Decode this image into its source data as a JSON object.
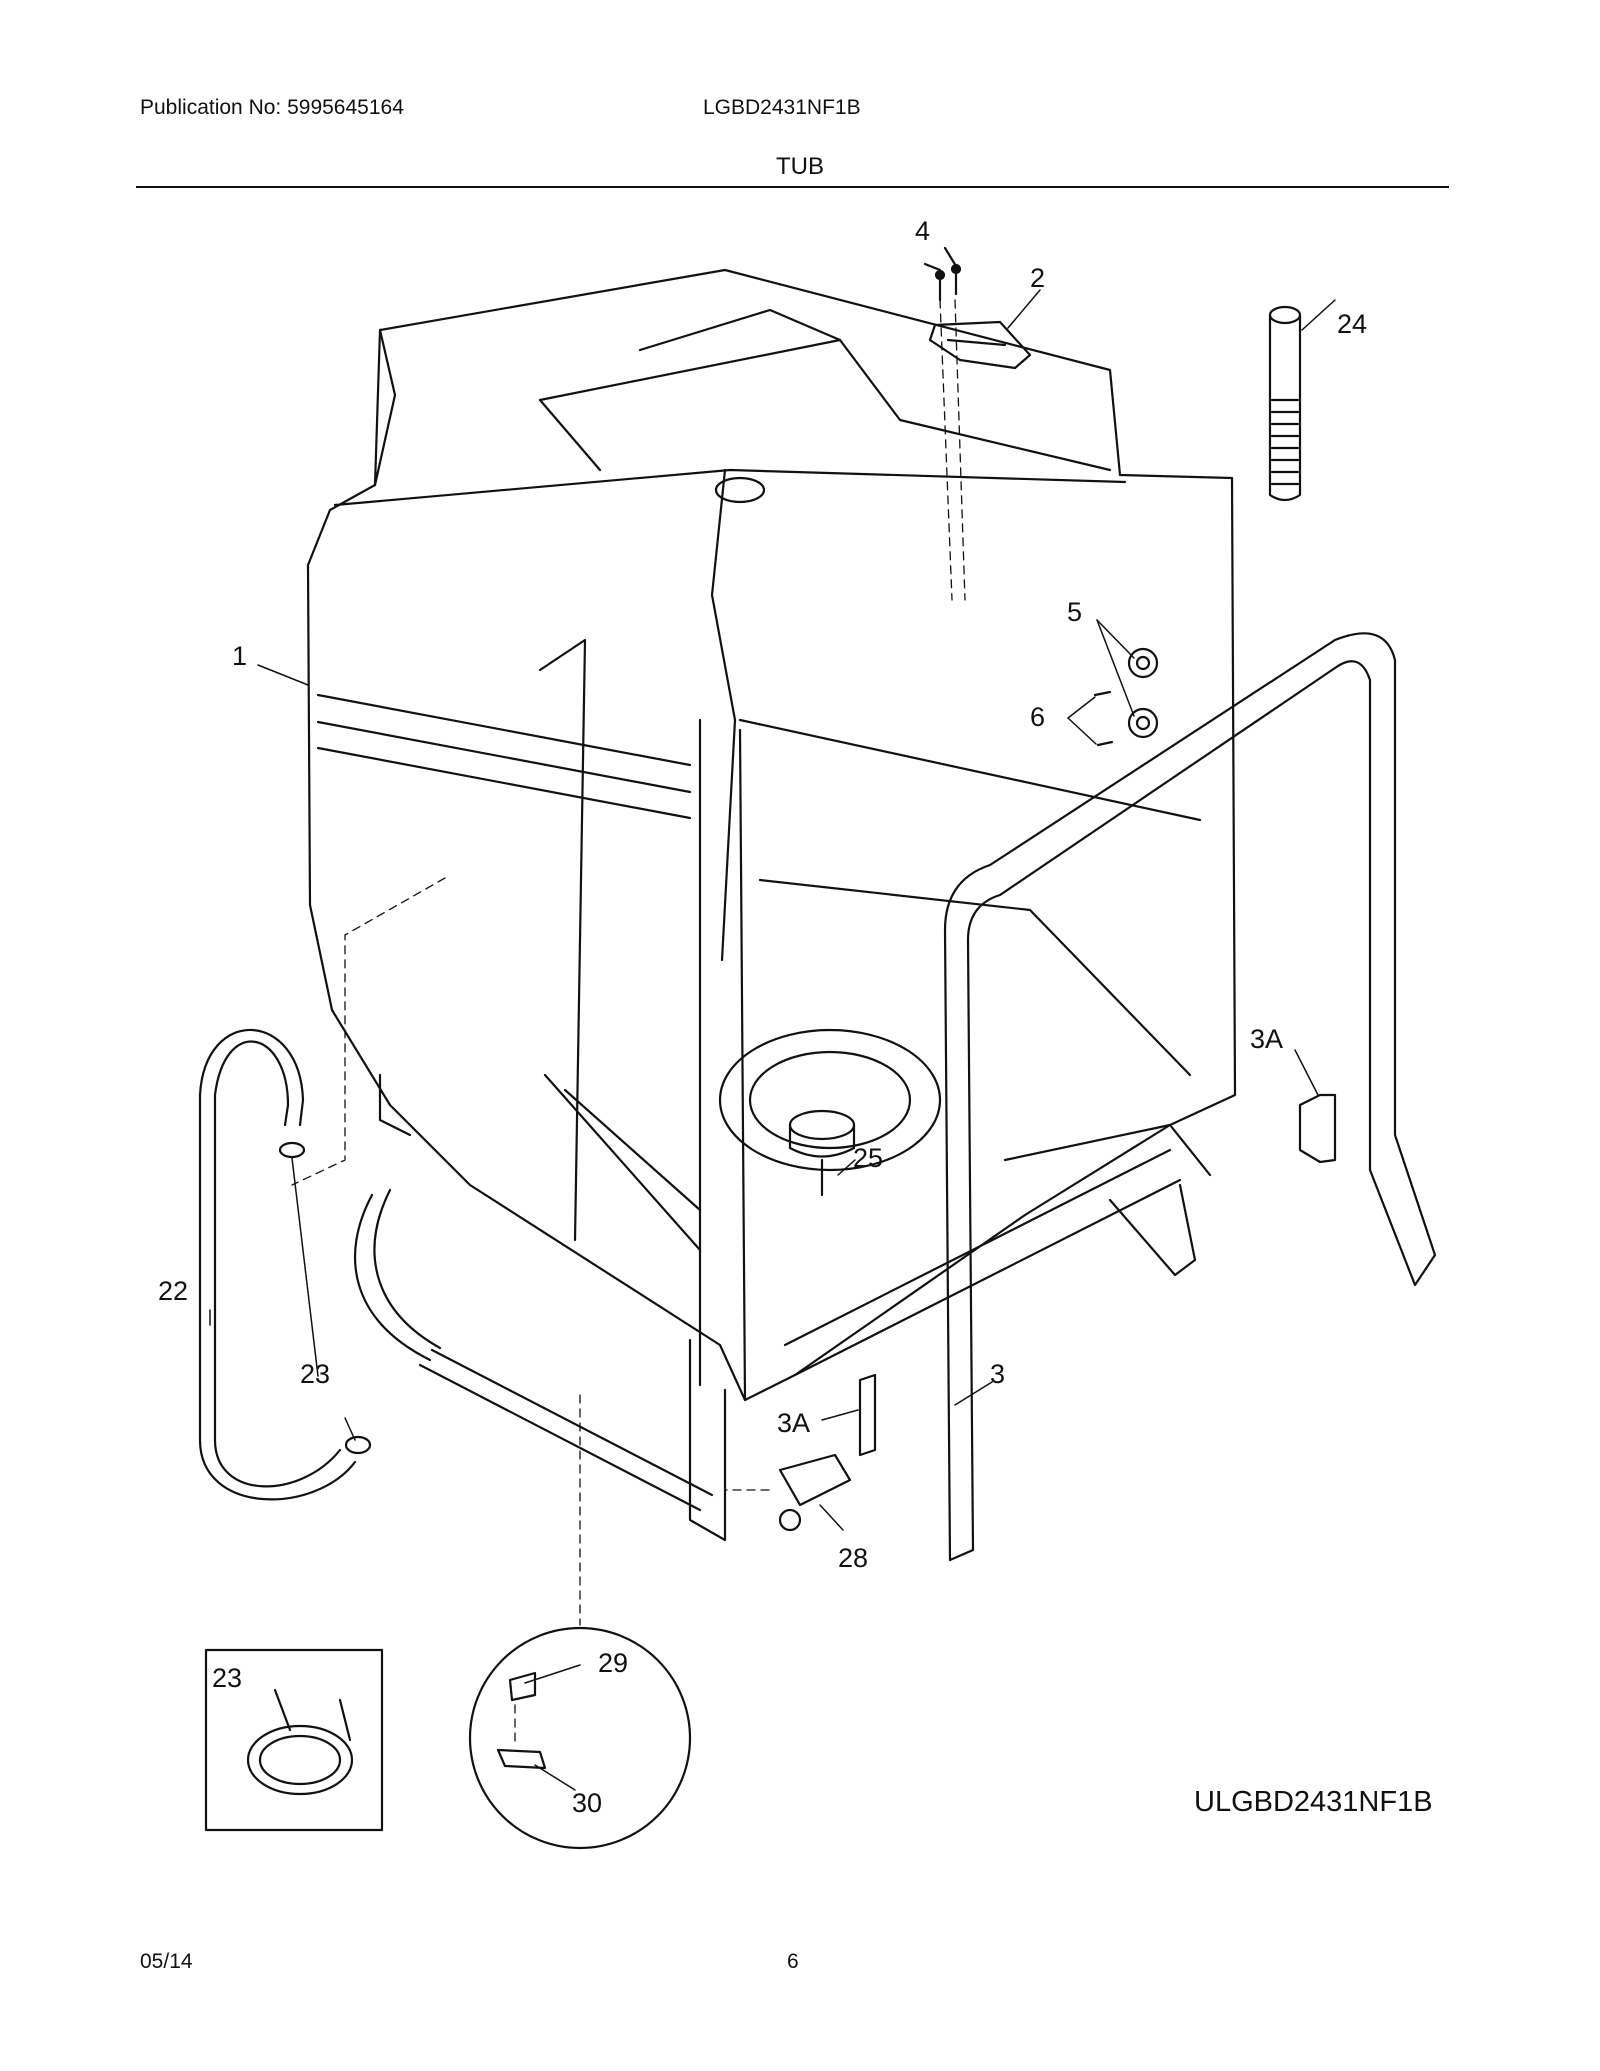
{
  "header": {
    "publication": "Publication No: 5995645164",
    "model": "LGBD2431NF1B",
    "section_title": "TUB"
  },
  "diagram": {
    "callouts": [
      "1",
      "2",
      "3",
      "3A",
      "3A",
      "4",
      "5",
      "6",
      "22",
      "23",
      "23",
      "24",
      "25",
      "28",
      "29",
      "30"
    ],
    "code": "ULGBD2431NF1B"
  },
  "footer": {
    "date": "05/14",
    "page": "6"
  }
}
